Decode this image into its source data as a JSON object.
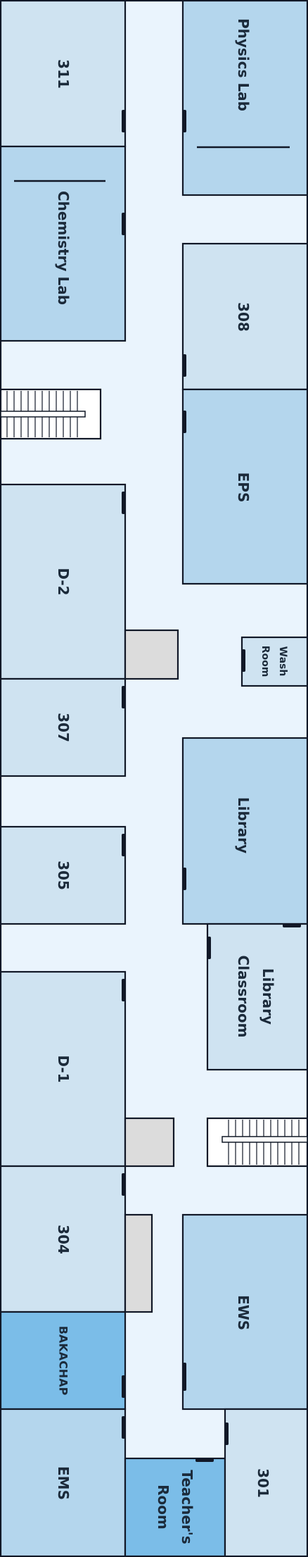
{
  "floor_plan": {
    "colors": {
      "corridor": "#eaf4fd",
      "room_light": "#cfe3f1",
      "room_mid": "#b4d6ed",
      "room_accent": "#7bbde8",
      "service": "#dcdcdc",
      "wall": "#111827",
      "label": "#1b2a3a"
    },
    "rooms": {
      "r311": "311",
      "physics_lab": "Physics Lab",
      "chemistry_lab": "Chemistry Lab",
      "r308": "308",
      "eps": "EPS",
      "d2": "D-2",
      "wash_room_line1": "Wash",
      "wash_room_line2": "Room",
      "r307": "307",
      "library": "Library",
      "r305": "305",
      "library_classroom_line1": "Library",
      "library_classroom_line2": "Classroom",
      "d1": "D-1",
      "r304": "304",
      "ews": "EWS",
      "bakachap": "BAKACHAP",
      "ems": "EMS",
      "teachers_room_line1": "Teacher's",
      "teachers_room_line2": "Room",
      "r301": "301"
    }
  }
}
